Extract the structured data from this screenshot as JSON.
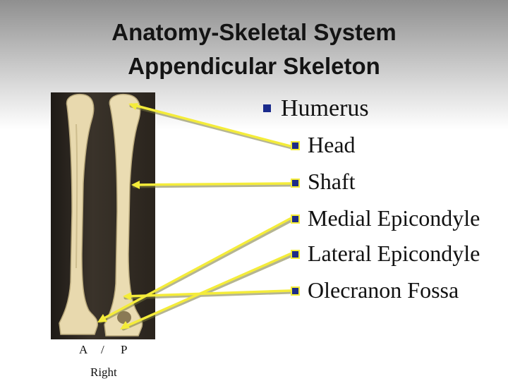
{
  "slide": {
    "title_line1": "Anatomy-Skeletal System",
    "title_line2": "Appendicular Skeleton"
  },
  "list": {
    "main_item": "Humerus",
    "sub_items": [
      "Head",
      "Shaft",
      "Medial Epicondyle",
      "Lateral Epicondyle",
      "Olecranon Fossa"
    ]
  },
  "photo_captions": {
    "anterior": "A",
    "separator": "/",
    "posterior": "P",
    "side": "Right"
  },
  "colors": {
    "bullet": "#1a2a8c",
    "arrow": "#f4ec3a",
    "bone": "#e8d9ae"
  }
}
